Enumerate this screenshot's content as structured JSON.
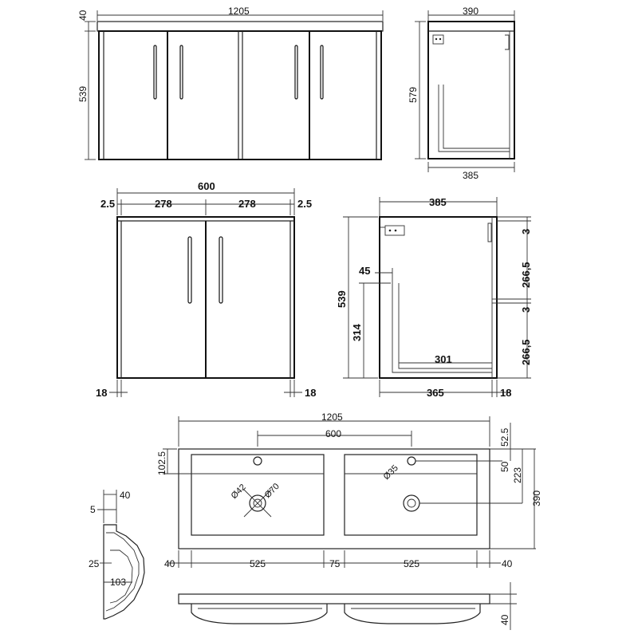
{
  "views": {
    "double_front": {
      "width": "1205",
      "top": "40",
      "height": "539"
    },
    "double_side": {
      "top_depth": "390",
      "height": "579",
      "bottom_depth": "385"
    },
    "single_front": {
      "overall": "600",
      "left_gap": "2.5",
      "door_left": "278",
      "door_right": "278",
      "right_gap": "2.5",
      "left_foot": "18",
      "right_foot": "18"
    },
    "single_side": {
      "depth_top": "385",
      "height": "539",
      "shelf_offset": "45",
      "shelf_height": "314",
      "shelf_depth": "301",
      "bottom_depth": "365",
      "bottom_right": "18",
      "gap_top": "3",
      "upper_section": "266,5",
      "gap_mid": "3",
      "lower_section": "266,5"
    },
    "basin_plan": {
      "overall": "1205",
      "centers": "600",
      "rim_back": "52.5",
      "tap_offset": "102.5",
      "tap_hole": "Ø35",
      "tap_hole_y": "50",
      "waste_y": "223",
      "depth": "390",
      "waste_outer": "Ø70",
      "waste_inner": "Ø42",
      "left_edge": "40",
      "bowl_left": "525",
      "middle": "75",
      "bowl_right": "525",
      "right_edge": "40"
    },
    "basin_section": {
      "top": "40",
      "lip": "5",
      "inner": "25",
      "bowl_depth": "103"
    },
    "basin_front": {
      "thickness": "40"
    }
  }
}
